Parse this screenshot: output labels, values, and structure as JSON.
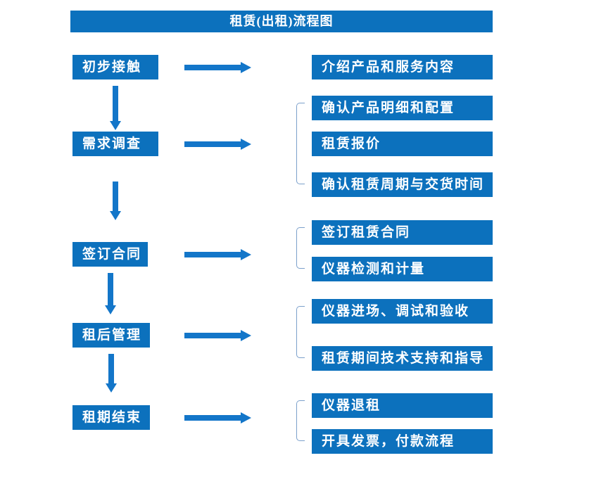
{
  "title": "租赁(出租)流程图",
  "steps": [
    {
      "label": "初步接触",
      "details": [
        "介绍产品和服务内容"
      ]
    },
    {
      "label": "需求调查",
      "details": [
        "确认产品明细和配置",
        "租赁报价",
        "确认租赁周期与交货时间"
      ]
    },
    {
      "label": "签订合同",
      "details": [
        "签订租赁合同",
        "仪器检测和计量"
      ]
    },
    {
      "label": "租后管理",
      "details": [
        "仪器进场、调试和验收",
        "租赁期间技术支持和指导"
      ]
    },
    {
      "label": "租期结束",
      "details": [
        "仪器退租",
        "开具发票，付款流程"
      ]
    }
  ],
  "colors": {
    "box_blue": "#0c71bd",
    "arrow_blue": "#1376c9",
    "bracket_blue": "#7ba0cb",
    "text_white": "#ffffff",
    "background": "#ffffff"
  }
}
